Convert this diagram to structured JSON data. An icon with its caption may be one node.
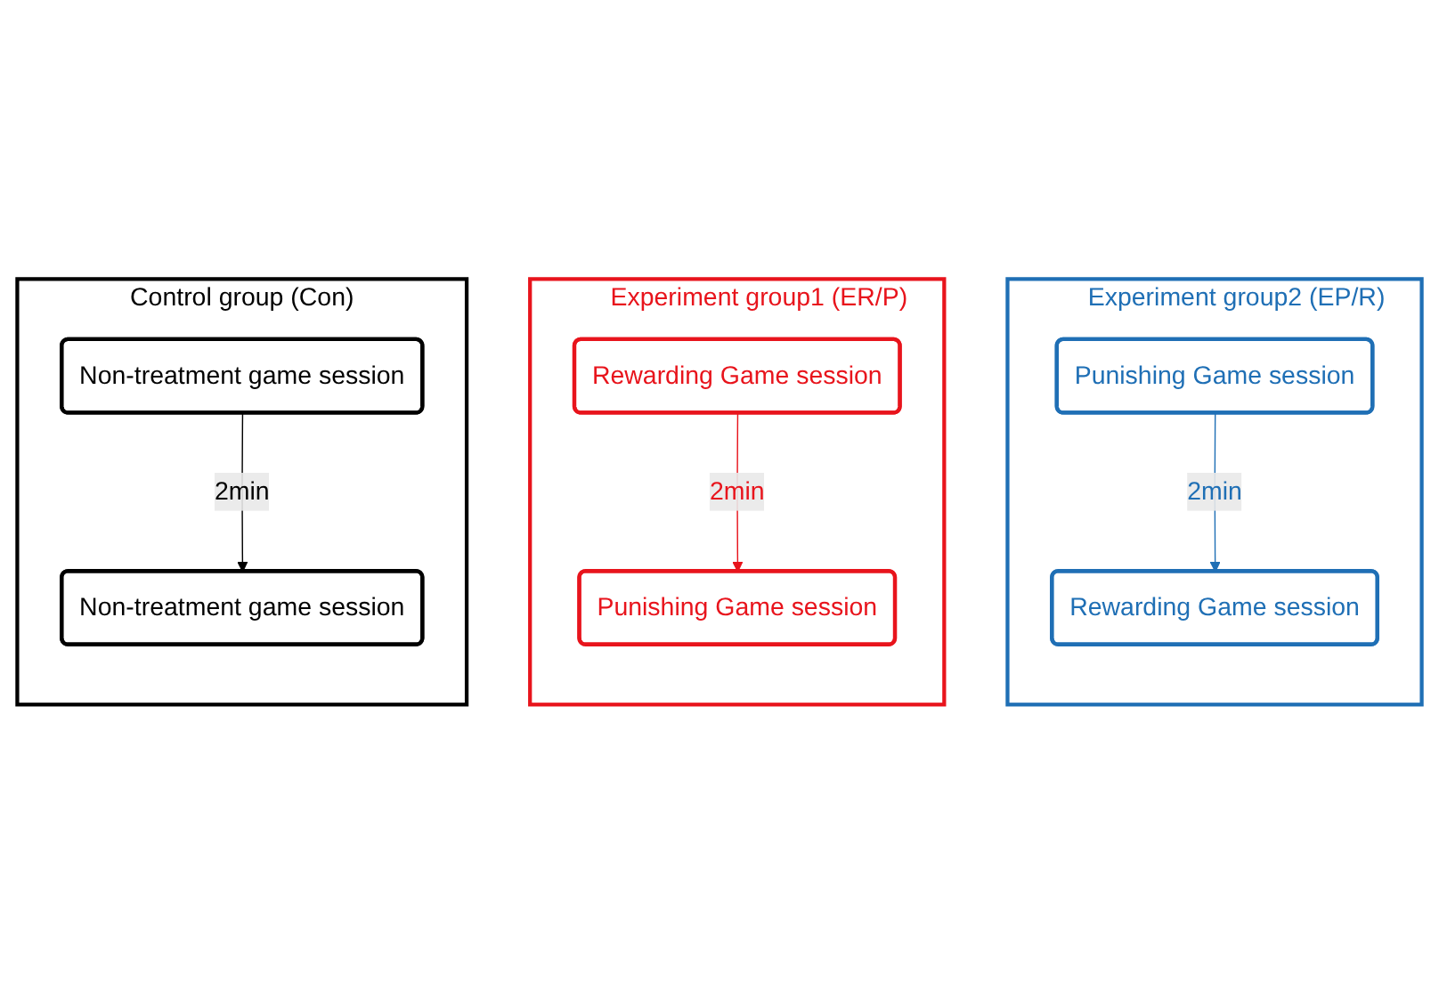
{
  "diagram": {
    "nodes": [
      {
        "text": [
          "Control group (Con)"
        ]
      },
      {
        "text": [
          "Non-treatment game session"
        ],
        "in": 0
      },
      {
        "text": [
          "Non-treatment game session"
        ],
        "in": 0
      },
      {
        "text": [
          "Experiment group1 (ER/P)"
        ]
      },
      {
        "text": [
          "Rewarding Game session"
        ],
        "in": 3
      },
      {
        "text": [
          "Punishing Game session"
        ],
        "in": 3
      },
      {
        "text": [
          "Experiment group2 (EP/R)"
        ]
      },
      {
        "text": [
          "Punishing Game session"
        ],
        "in": 6
      },
      {
        "text": [
          "Rewarding Game session"
        ],
        "in": 6
      }
    ],
    "edges": [
      {
        "from": 1,
        "to": 2,
        "arrow": "to",
        "label": "2min",
        "color": "#000000"
      },
      {
        "from": 4,
        "to": 5,
        "arrow": "to",
        "label": "2min",
        "color": "#e8141c"
      },
      {
        "from": 7,
        "to": 8,
        "arrow": "to",
        "label": "2min",
        "color": "#1f6fb5"
      }
    ]
  }
}
